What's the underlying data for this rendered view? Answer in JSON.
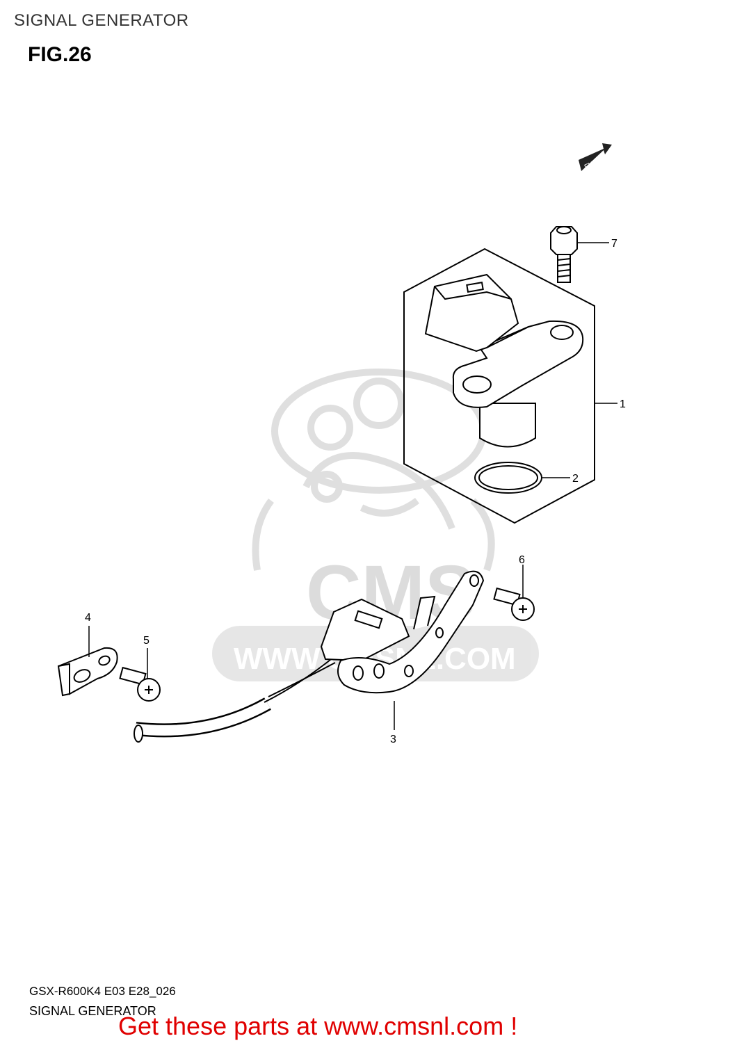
{
  "header": {
    "page_heading": "SIGNAL GENERATOR",
    "figure_title": "FIG.26"
  },
  "diagram": {
    "fwd_label": "FWD",
    "watermark": {
      "logo_text": "CMS",
      "url_text": "WWW.CMSNL.COM"
    },
    "callouts": [
      {
        "number": "1"
      },
      {
        "number": "2"
      },
      {
        "number": "3"
      },
      {
        "number": "4"
      },
      {
        "number": "5"
      },
      {
        "number": "6"
      },
      {
        "number": "7"
      }
    ]
  },
  "footer": {
    "model_code": "GSX-R600K4 E03 E28_026",
    "title": "SIGNAL GENERATOR",
    "promo_link": "Get these parts at www.cmsnl.com !",
    "promo_color": "#e00000"
  }
}
